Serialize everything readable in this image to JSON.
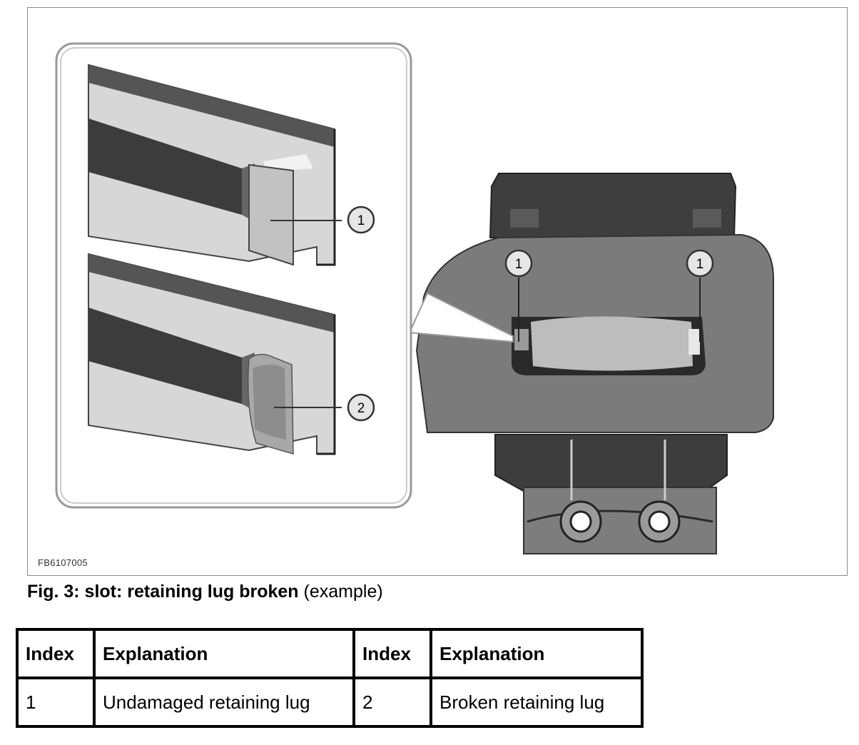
{
  "figure": {
    "code": "FB6107005",
    "callouts": [
      "1",
      "2",
      "1",
      "1"
    ]
  },
  "caption": {
    "bold": "Fig. 3: slot: retaining lug broken",
    "normal": " (example)"
  },
  "legend": {
    "headers": [
      "Index",
      "Explanation",
      "Index",
      "Explanation"
    ],
    "row": [
      "1",
      "Undamaged retaining lug",
      "2",
      "Broken retaining lug"
    ]
  }
}
